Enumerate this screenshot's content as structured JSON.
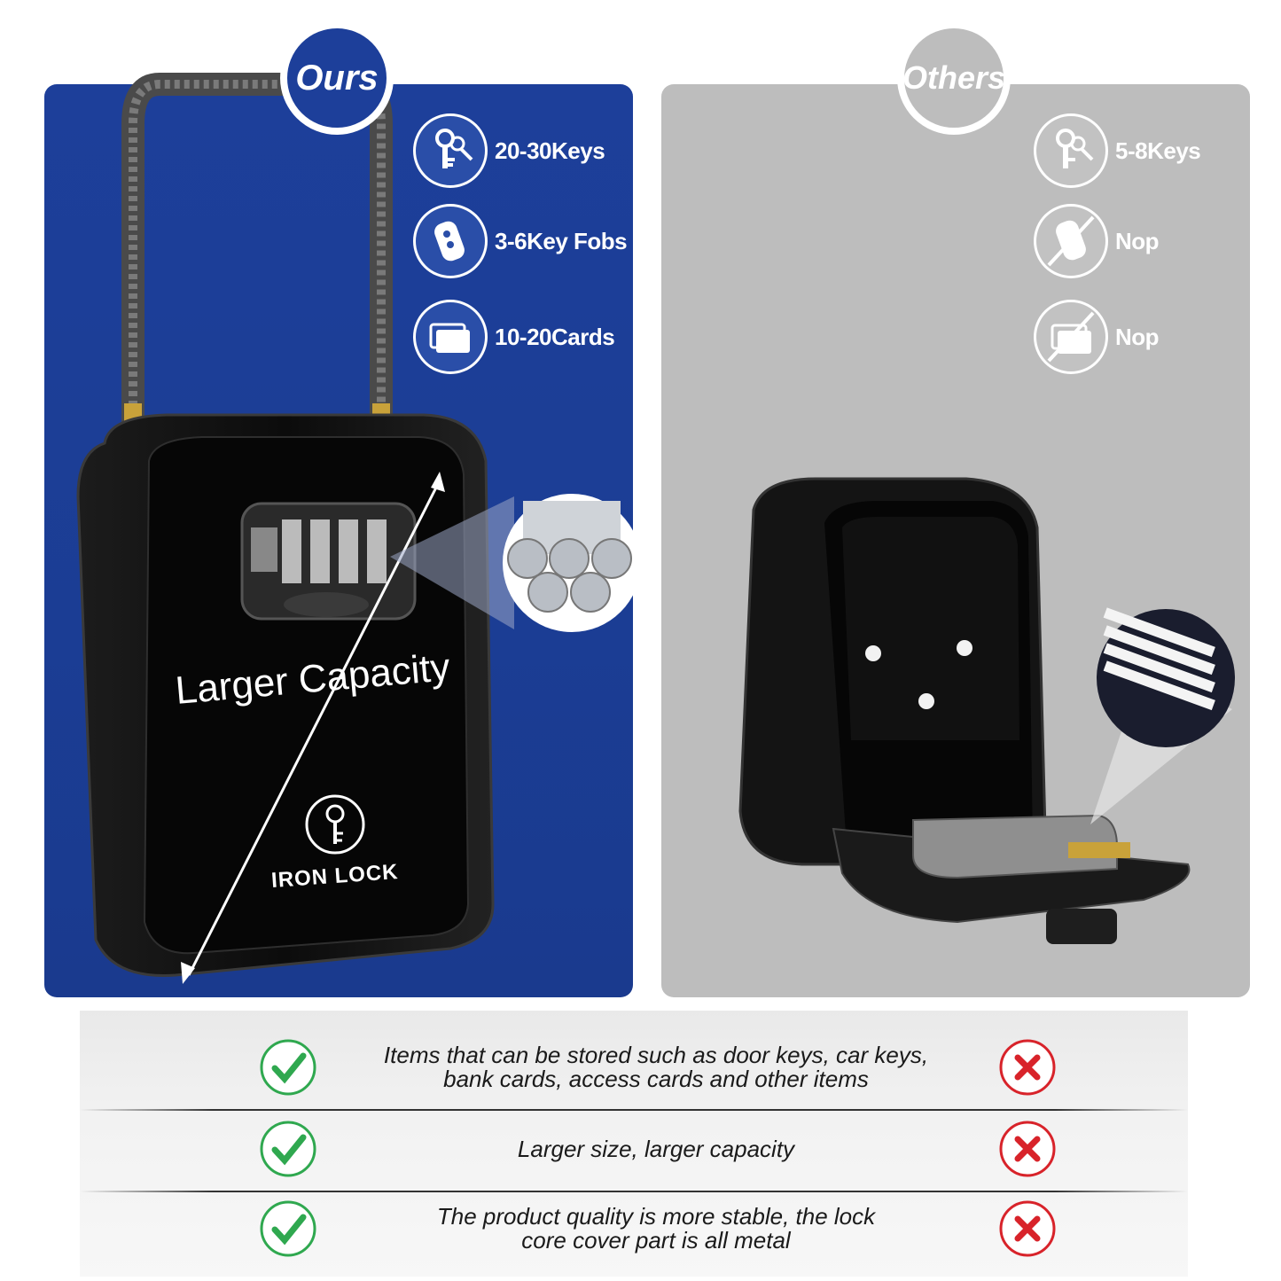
{
  "ours": {
    "badge": "Ours",
    "features": [
      {
        "icon": "keys-icon",
        "label": "20-30Keys"
      },
      {
        "icon": "key-fob-icon",
        "label": "3-6Key Fobs"
      },
      {
        "icon": "cards-icon",
        "label": "10-20Cards"
      }
    ],
    "product_caption": "Larger Capacity",
    "brand": "IRON LOCK"
  },
  "others": {
    "badge": "Others",
    "features": [
      {
        "icon": "keys-icon",
        "label": "5-8Keys"
      },
      {
        "icon": "key-fob-crossed-icon",
        "label": "Nop"
      },
      {
        "icon": "cards-crossed-icon",
        "label": "Nop"
      }
    ]
  },
  "comparison": [
    {
      "text_line1": "Items that can be stored such as door keys, car keys,",
      "text_line2": "bank cards, access cards and other items"
    },
    {
      "text_line1": "Larger size, larger capacity",
      "text_line2": ""
    },
    {
      "text_line1": "The product quality is more stable, the lock",
      "text_line2": "core cover part is all metal"
    }
  ],
  "colors": {
    "ours_panel": "#1d3f9a",
    "others_panel": "#bdbdbd",
    "check_green": "#2fa84f",
    "cross_red": "#d8232a"
  }
}
